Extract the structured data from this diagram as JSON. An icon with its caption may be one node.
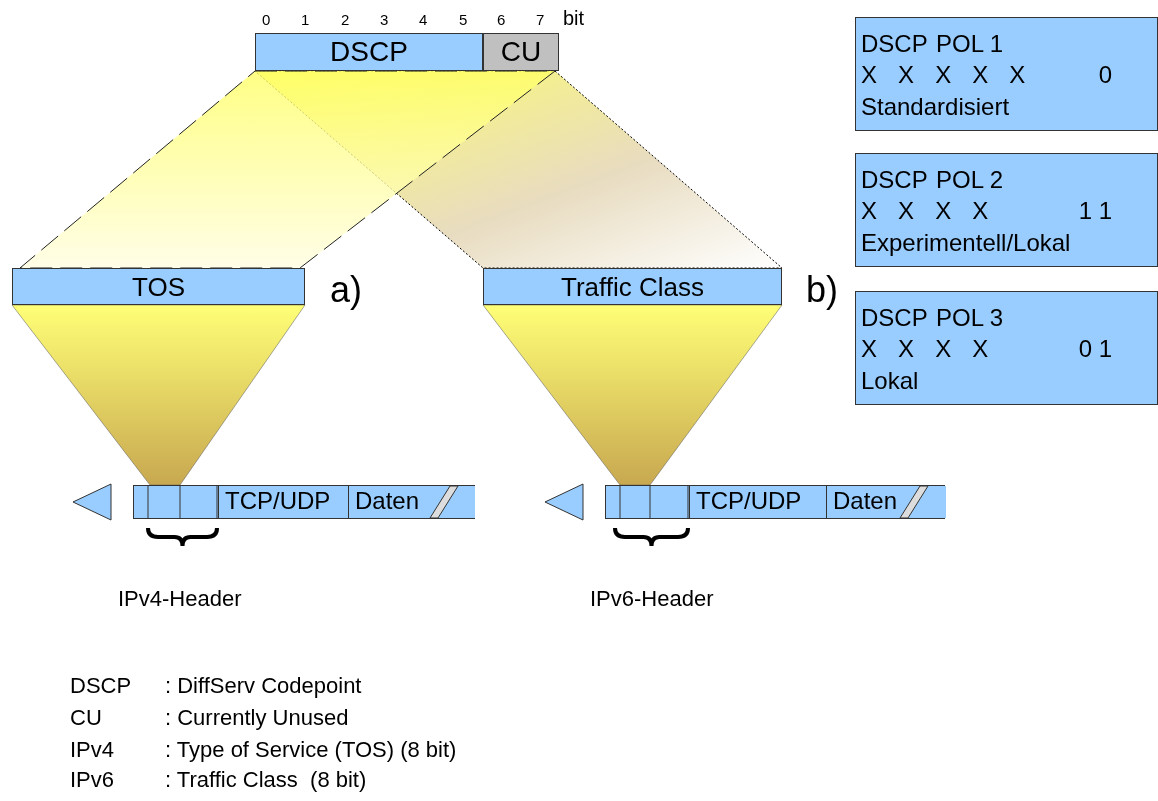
{
  "diagram": {
    "nodes": [
      {
        "text": [
          "DSCP"
        ]
      },
      {
        "text": [
          "CU"
        ]
      },
      {
        "text": [
          "TOS"
        ],
        "beside": [
          "a)"
        ]
      },
      {
        "text": [
          "Traffic Class"
        ],
        "beside": [
          "b)"
        ]
      },
      {
        "text": [
          "DSCP",
          "POL 1",
          "X X X X X",
          "0",
          "Standardisiert"
        ]
      },
      {
        "text": [
          "DSCP",
          "POL 2",
          "X X X X",
          "1 1",
          "Experimentell/Lokal"
        ]
      },
      {
        "text": [
          "DSCP",
          "POL 3",
          "X X X X",
          "0 1",
          "Lokal"
        ]
      },
      {
        "text": [],
        "shape": "bar"
      },
      {
        "text": [
          "TCP/UDP"
        ],
        "in": 7
      },
      {
        "text": [
          "Daten"
        ],
        "in": 7
      },
      {
        "text": [],
        "shape": "bar"
      },
      {
        "text": [
          "TCP/UDP"
        ],
        "in": 10
      },
      {
        "text": [
          "Daten"
        ],
        "in": 10
      }
    ],
    "labels": [
      "0",
      "1",
      "2",
      "3",
      "4",
      "5",
      "6",
      "7",
      "bit",
      "IPv4-Header",
      "IPv6-Header",
      "DSCP",
      ": DiffServ Codepoint",
      "CU",
      ": Currently Unused",
      "IPv4",
      ": Type of Service (TOS) (8 bit)",
      "IPv6",
      ": Traffic Class  (8 bit)"
    ]
  }
}
